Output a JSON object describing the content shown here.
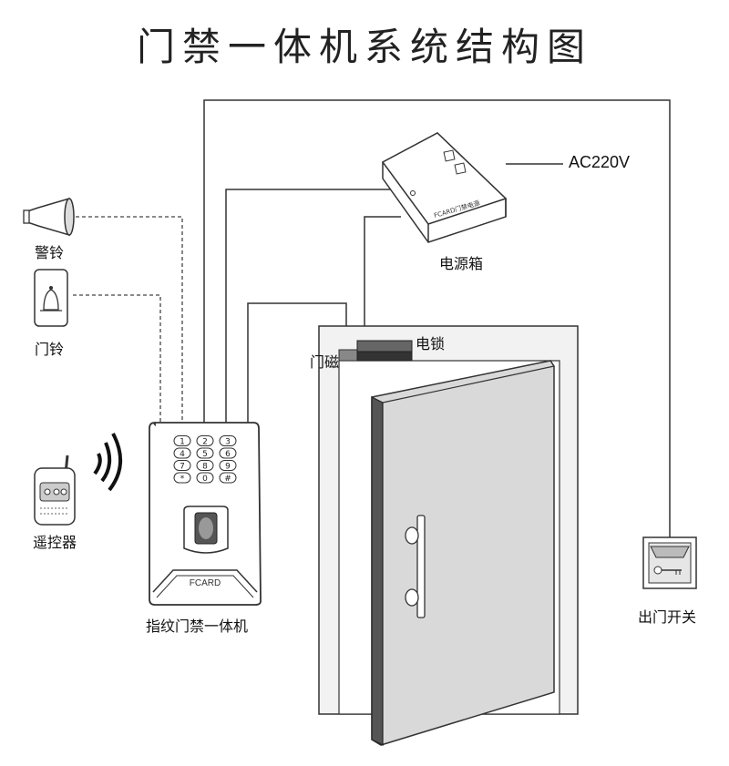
{
  "title": "门禁一体机系统结构图",
  "labels": {
    "alarm": "警铃",
    "doorbell": "门铃",
    "remote": "遥控器",
    "power_box": "电源箱",
    "ac": "AC220V",
    "door_sensor": "门磁",
    "electric_lock": "电锁",
    "device": "指纹门禁一体机",
    "exit_button": "出门开关"
  },
  "device_brand": "FCARD",
  "power_box_brand": "FCARD门禁电源",
  "keypad_keys": [
    "1",
    "2",
    "3",
    "4",
    "5",
    "6",
    "7",
    "8",
    "9",
    "*",
    "0",
    "#"
  ]
}
